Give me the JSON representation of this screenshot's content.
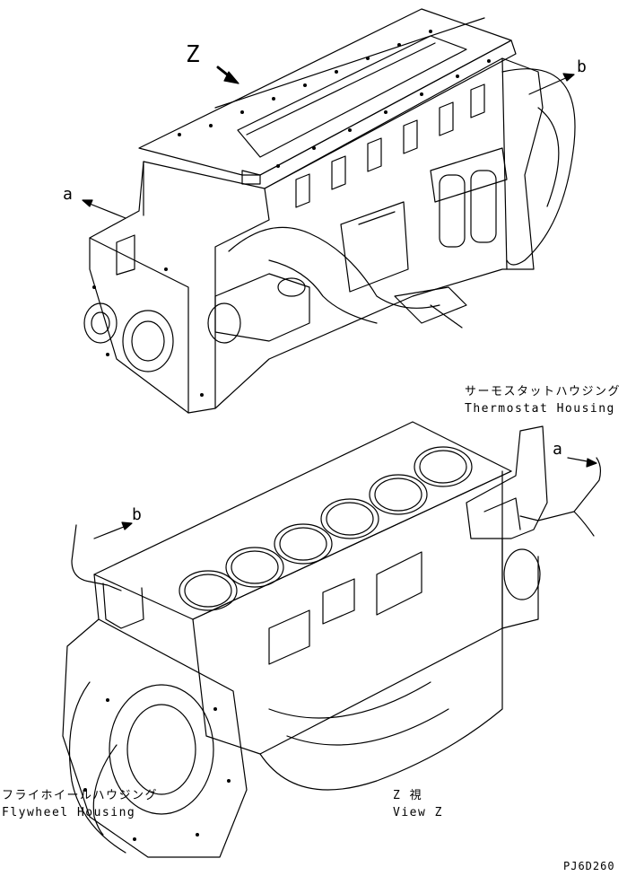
{
  "labels": {
    "view_marker": "Z",
    "arrow_a_top": "a",
    "arrow_b_top": "b",
    "thermostat_jp": "サーモスタットハウジング",
    "thermostat_en": "Thermostat Housing",
    "arrow_a_bottom": "a",
    "arrow_b_bottom": "b",
    "flywheel_jp": "フライホイールハウジング",
    "flywheel_en": "Flywheel Housing",
    "view_jp": "Z  視",
    "view_en": "View Z",
    "drawing_code": "PJ6D260"
  },
  "colors": {
    "line": "#000000",
    "background": "#ffffff"
  }
}
